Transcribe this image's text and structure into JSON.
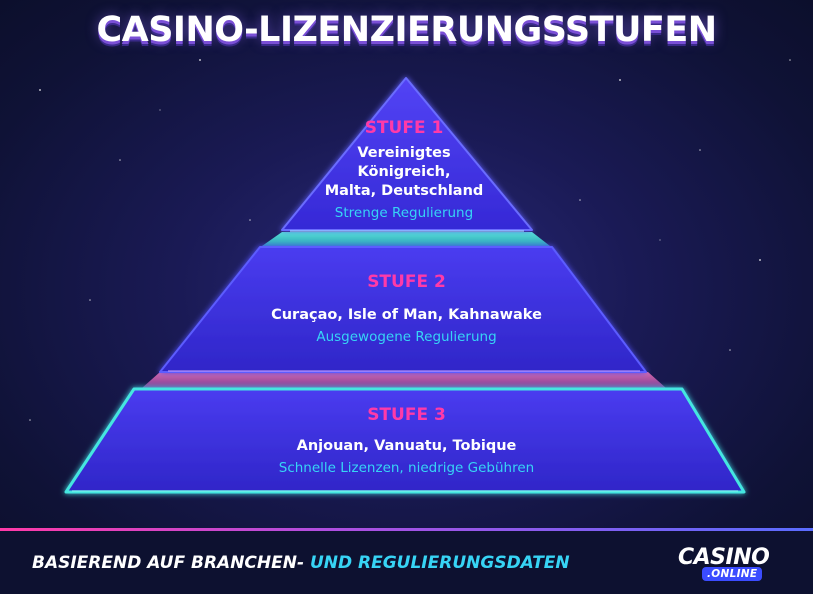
{
  "title": "CASINO-LIZENZIERUNGSSTUFEN",
  "tiers": [
    {
      "label": "STUFE 1",
      "countries_lines": [
        "Vereinigtes",
        "Königreich,",
        "Malta, Deutschland"
      ],
      "description": "Strenge Regulierung"
    },
    {
      "label": "STUFE 2",
      "countries": "Curaçao, Isle of Man, Kahnawake",
      "description": "Ausgewogene Regulierung"
    },
    {
      "label": "STUFE 3",
      "countries": "Anjouan, Vanuatu, Tobique",
      "description": "Schnelle Lizenzen, niedrige Gebühren"
    }
  ],
  "footer": {
    "text_part1": "BASIEREND AUF BRANCHEN-",
    "text_part2": "UND REGULIERUNGSDATEN"
  },
  "logo": {
    "main": "CASINO",
    "sub": ".ONLINE"
  },
  "colors": {
    "stage_label": "#ff3aa8",
    "description": "#37d4f5",
    "tier_fill": "#3b2fe0",
    "tier_edge": "#45e6e0"
  }
}
